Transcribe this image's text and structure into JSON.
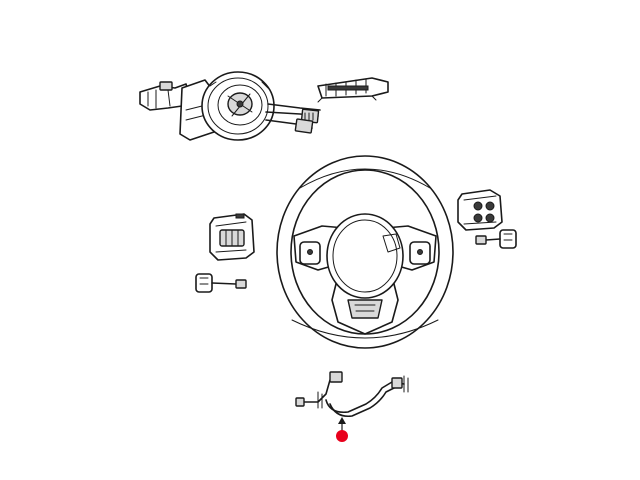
{
  "diagram": {
    "parts": [
      {
        "id": "clockspring-switch-assembly"
      },
      {
        "id": "trim-bezel-connector"
      },
      {
        "id": "steering-wheel"
      },
      {
        "id": "left-switch-module"
      },
      {
        "id": "left-switch-pigtail"
      },
      {
        "id": "right-switch-module"
      },
      {
        "id": "right-switch-pigtail"
      },
      {
        "id": "wiring-harness"
      }
    ],
    "highlight": {
      "part": "wiring-harness",
      "color": "#e8001c"
    },
    "line_color": "#1a1a1a",
    "background": "#ffffff"
  }
}
